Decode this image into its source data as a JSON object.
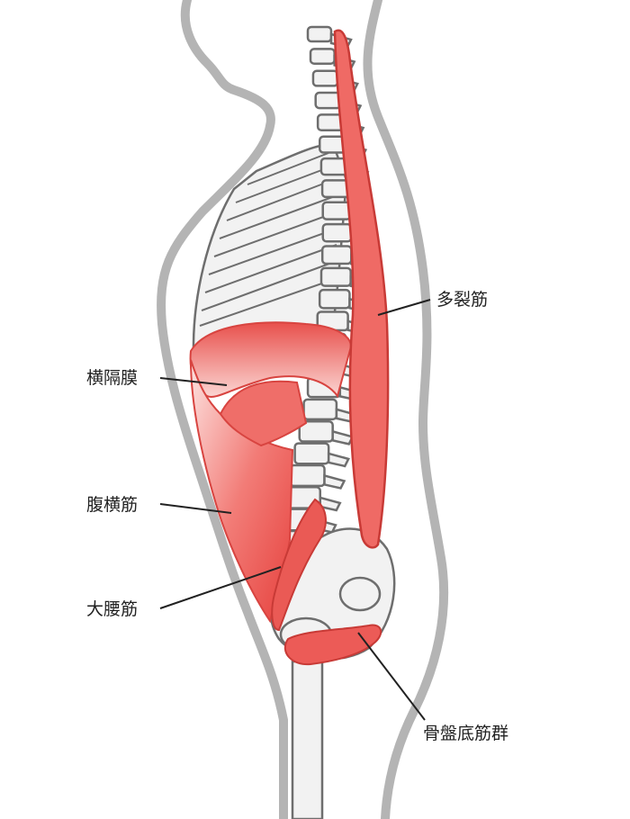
{
  "labels": {
    "multifidus": "多裂筋",
    "diaphragm": "横隔膜",
    "transversus_abdominis": "腹横筋",
    "psoas_major": "大腰筋",
    "pelvic_floor": "骨盤底筋群"
  },
  "colors": {
    "body_outline": "#b4b4b4",
    "bone_fill": "#f2f2f2",
    "bone_stroke": "#6e6e6e",
    "muscle": "#ec5b57",
    "muscle_light": "#fbd3d0",
    "leader_line": "#222222"
  }
}
